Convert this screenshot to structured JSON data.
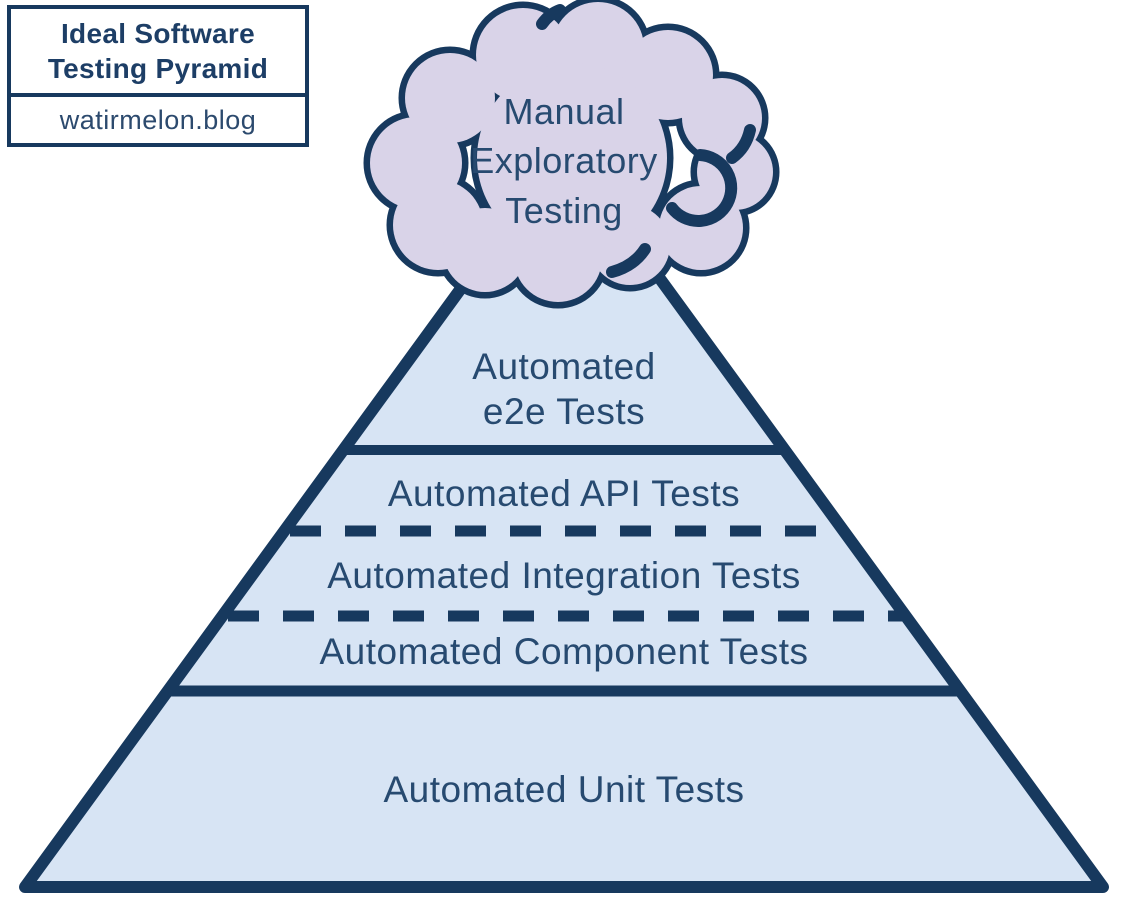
{
  "badge": {
    "title_line1": "Ideal Software",
    "title_line2": "Testing Pyramid",
    "site": "watirmelon.blog"
  },
  "cloud": {
    "label": "Manual Exploratory Testing",
    "lines": [
      "Manual",
      "Exploratory",
      "Testing"
    ]
  },
  "pyramid": {
    "layers": [
      {
        "label": "Automated e2e Tests",
        "lines": [
          "Automated",
          "e2e Tests"
        ],
        "divider_below": "solid"
      },
      {
        "label": "Automated API Tests",
        "divider_below": "dashed"
      },
      {
        "label": "Automated Integration Tests",
        "divider_below": "dashed"
      },
      {
        "label": "Automated Component Tests",
        "divider_below": "solid"
      },
      {
        "label": "Automated Unit Tests",
        "divider_below": "none"
      }
    ]
  },
  "colors": {
    "outline_navy": "#17395e",
    "label_text": "#274a70",
    "title_text": "#1d3e66",
    "pyramid_fill": "#d7e4f4",
    "cloud_fill": "#d9d3e8",
    "background": "#ffffff"
  }
}
